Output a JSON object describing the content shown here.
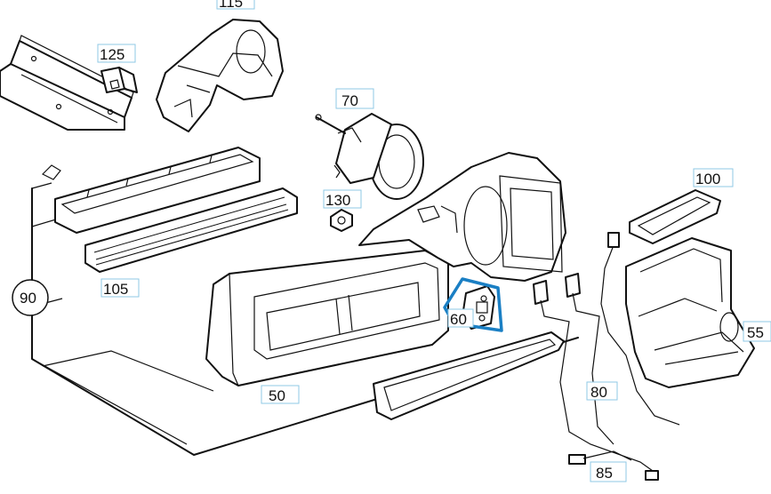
{
  "diagram": {
    "highlight_color": "#1a7fc4",
    "label_border_color": "#8fc9e6",
    "part_labels": {
      "p115": "115",
      "p125": "125",
      "p70": "70",
      "p130": "130",
      "p100": "100",
      "p90": "90",
      "p105": "105",
      "p50": "50",
      "p60": "60",
      "p55": "55",
      "p80": "80",
      "p85": "85"
    }
  }
}
